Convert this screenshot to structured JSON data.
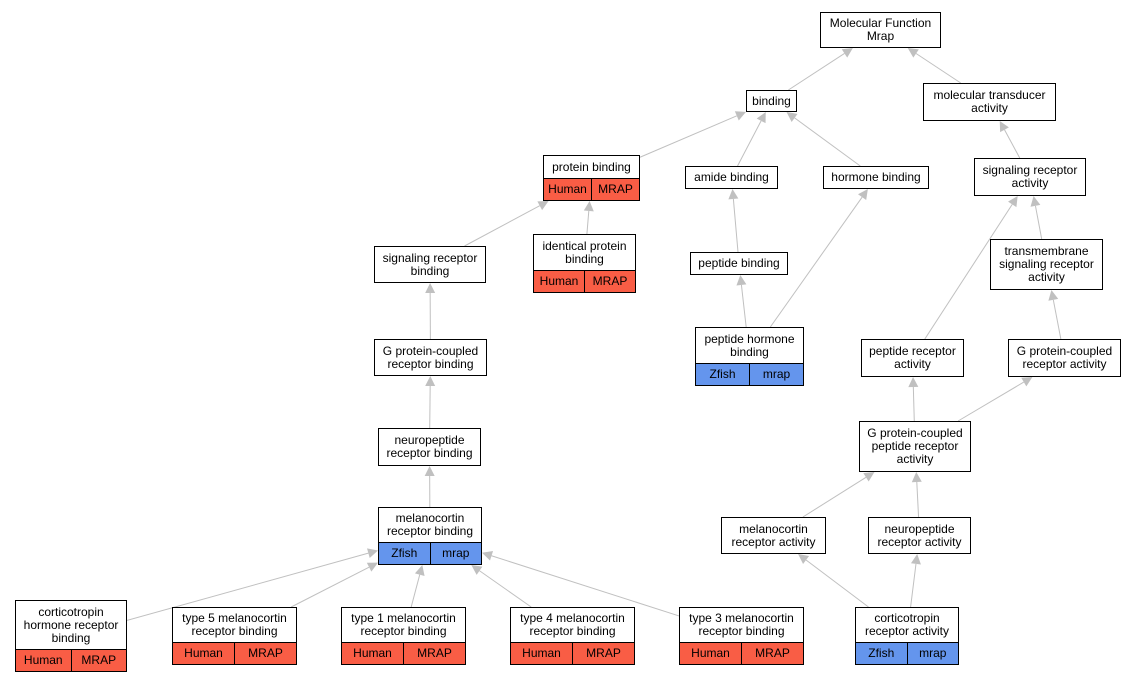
{
  "colors": {
    "edge": "#c0c0c0",
    "human": "#f95d45",
    "zfish": "#6495ed",
    "node_border": "#000000"
  },
  "nodes": {
    "root": {
      "label": "Molecular Function\nMrap"
    },
    "binding": {
      "label": "binding"
    },
    "mol_transducer": {
      "label": "molecular transducer\nactivity"
    },
    "protein_binding": {
      "label": "protein binding",
      "annotation": [
        "Human",
        "MRAP"
      ]
    },
    "amide_binding": {
      "label": "amide binding"
    },
    "hormone_binding": {
      "label": "hormone binding"
    },
    "signaling_receptor_activity": {
      "label": "signaling receptor\nactivity"
    },
    "identical_protein_binding": {
      "label": "identical protein\nbinding",
      "annotation": [
        "Human",
        "MRAP"
      ]
    },
    "signaling_receptor_binding": {
      "label": "signaling receptor\nbinding"
    },
    "peptide_binding": {
      "label": "peptide binding"
    },
    "transmembrane_signaling": {
      "label": "transmembrane\nsignaling receptor\nactivity"
    },
    "peptide_hormone_binding": {
      "label": "peptide hormone\nbinding",
      "annotation": [
        "Zfish",
        "mrap"
      ]
    },
    "gpcr_binding": {
      "label": "G protein-coupled\nreceptor binding"
    },
    "peptide_receptor_activity": {
      "label": "peptide receptor\nactivity"
    },
    "gpcr_activity": {
      "label": "G protein-coupled\nreceptor activity"
    },
    "neuropeptide_receptor_binding": {
      "label": "neuropeptide\nreceptor binding"
    },
    "gpcr_peptide_activity": {
      "label": "G protein-coupled\npeptide receptor\nactivity"
    },
    "melanocortin_receptor_binding": {
      "label": "melanocortin\nreceptor binding",
      "annotation": [
        "Zfish",
        "mrap"
      ]
    },
    "melanocortin_receptor_activity": {
      "label": "melanocortin\nreceptor activity"
    },
    "neuropeptide_receptor_activity": {
      "label": "neuropeptide\nreceptor activity"
    },
    "corticotropin_hrb": {
      "label": "corticotropin\nhormone receptor\nbinding",
      "annotation": [
        "Human",
        "MRAP"
      ]
    },
    "type5": {
      "label": "type 5 melanocortin\nreceptor binding",
      "annotation": [
        "Human",
        "MRAP"
      ]
    },
    "type1": {
      "label": "type 1 melanocortin\nreceptor binding",
      "annotation": [
        "Human",
        "MRAP"
      ]
    },
    "type4": {
      "label": "type 4 melanocortin\nreceptor binding",
      "annotation": [
        "Human",
        "MRAP"
      ]
    },
    "type3": {
      "label": "type 3 melanocortin\nreceptor binding",
      "annotation": [
        "Human",
        "MRAP"
      ]
    },
    "corticotropin_ra": {
      "label": "corticotropin\nreceptor activity",
      "annotation": [
        "Zfish",
        "mrap"
      ]
    }
  },
  "edges": [
    [
      "binding",
      "root"
    ],
    [
      "mol_transducer",
      "root"
    ],
    [
      "protein_binding",
      "binding"
    ],
    [
      "amide_binding",
      "binding"
    ],
    [
      "hormone_binding",
      "binding"
    ],
    [
      "signaling_receptor_activity",
      "mol_transducer"
    ],
    [
      "identical_protein_binding",
      "protein_binding"
    ],
    [
      "signaling_receptor_binding",
      "protein_binding"
    ],
    [
      "peptide_binding",
      "amide_binding"
    ],
    [
      "peptide_hormone_binding",
      "peptide_binding"
    ],
    [
      "peptide_hormone_binding",
      "hormone_binding"
    ],
    [
      "transmembrane_signaling",
      "signaling_receptor_activity"
    ],
    [
      "peptide_receptor_activity",
      "signaling_receptor_activity"
    ],
    [
      "gpcr_activity",
      "transmembrane_signaling"
    ],
    [
      "gpcr_binding",
      "signaling_receptor_binding"
    ],
    [
      "neuropeptide_receptor_binding",
      "gpcr_binding"
    ],
    [
      "melanocortin_receptor_binding",
      "neuropeptide_receptor_binding"
    ],
    [
      "gpcr_peptide_activity",
      "peptide_receptor_activity"
    ],
    [
      "gpcr_peptide_activity",
      "gpcr_activity"
    ],
    [
      "melanocortin_receptor_activity",
      "gpcr_peptide_activity"
    ],
    [
      "neuropeptide_receptor_activity",
      "gpcr_peptide_activity"
    ],
    [
      "corticotropin_hrb",
      "melanocortin_receptor_binding"
    ],
    [
      "type5",
      "melanocortin_receptor_binding"
    ],
    [
      "type1",
      "melanocortin_receptor_binding"
    ],
    [
      "type4",
      "melanocortin_receptor_binding"
    ],
    [
      "type3",
      "melanocortin_receptor_binding"
    ],
    [
      "corticotropin_ra",
      "melanocortin_receptor_activity"
    ],
    [
      "corticotropin_ra",
      "neuropeptide_receptor_activity"
    ]
  ]
}
